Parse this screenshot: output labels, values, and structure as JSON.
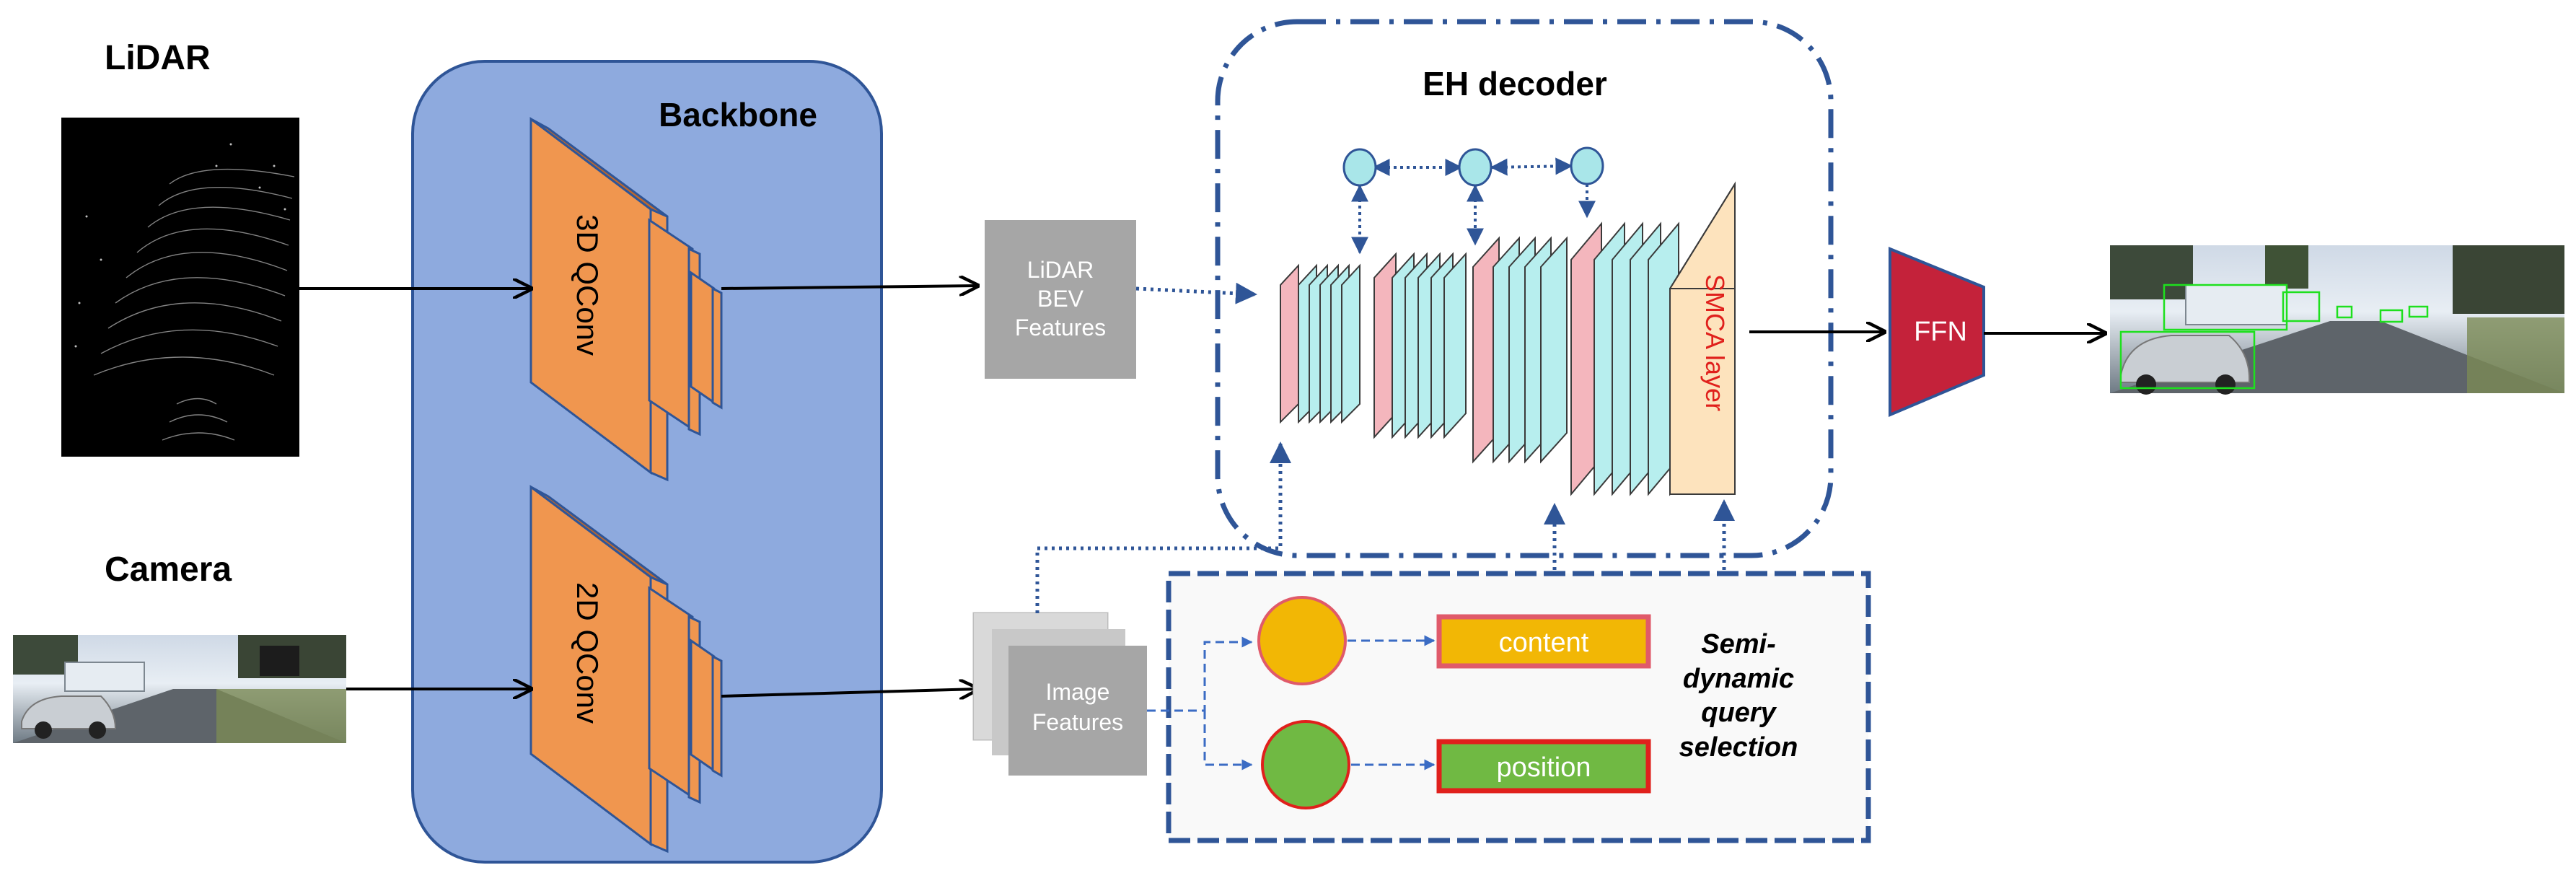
{
  "inputs": {
    "lidar_label": "LiDAR",
    "camera_label": "Camera"
  },
  "backbone": {
    "title": "Backbone",
    "qconv_3d": "3D QConv",
    "qconv_2d": "2D QConv"
  },
  "features": {
    "lidar_bev_line1": "LiDAR",
    "lidar_bev_line2": "BEV",
    "lidar_bev_line3": "Features",
    "image_line1": "Image",
    "image_line2": "Features"
  },
  "decoder": {
    "title": "EH decoder",
    "smca_layer": "SMCA layer"
  },
  "head": {
    "ffn": "FFN"
  },
  "query_selection": {
    "content": "content",
    "position": "position",
    "caption_line1": "Semi-",
    "caption_line2": "dynamic",
    "caption_line3": "query",
    "caption_line4": "selection"
  },
  "colors": {
    "backbone_fill": "#8eaade",
    "backbone_stroke": "#2f5597",
    "conv_orange": "#f0964f",
    "conv_orange_dark": "#c0682a",
    "feature_gray": "#a6a6a6",
    "decoder_dash": "#2f5597",
    "layer_pink": "#f4b6bd",
    "layer_cyan": "#b7eeee",
    "smca_fill": "#fde3bd",
    "smca_text": "#e0201c",
    "ffn_fill": "#c4223a",
    "query_yellow": "#f2b705",
    "query_green": "#70b943",
    "query_border_red": "#e0201c",
    "node_fill": "#a9e6e9",
    "box_bg": "#f9f9f9"
  }
}
